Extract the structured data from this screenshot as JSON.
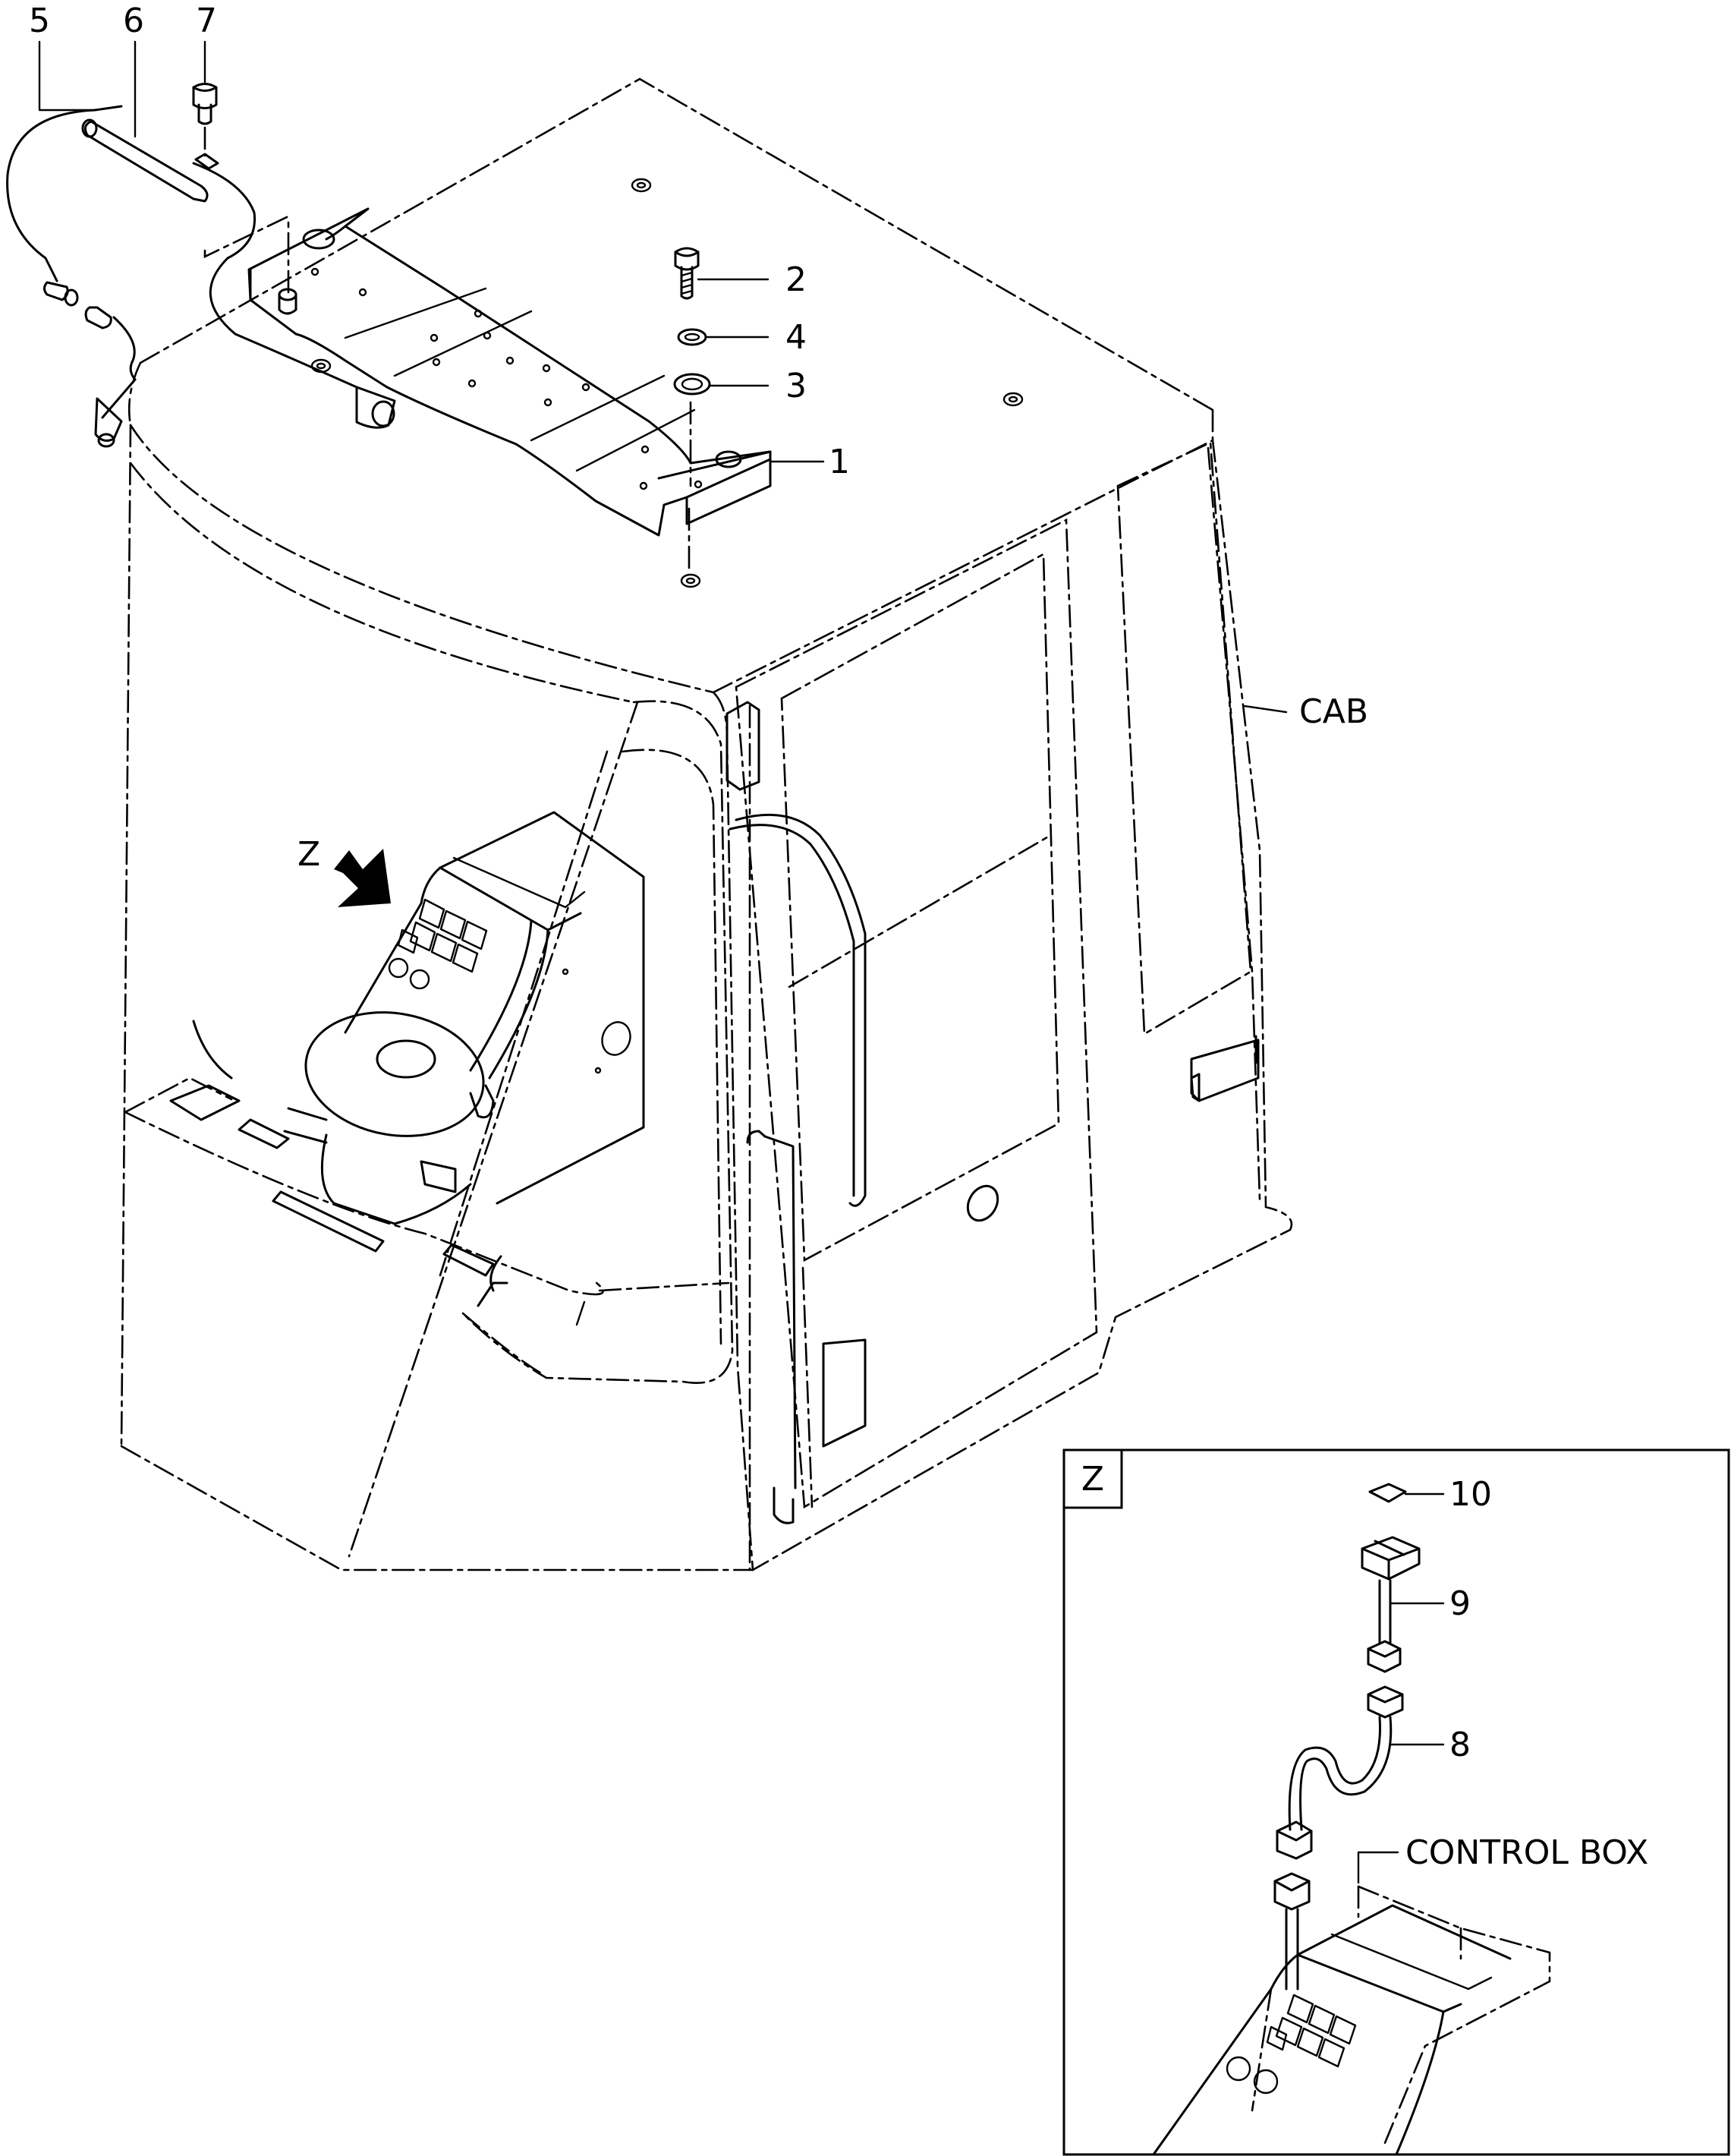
{
  "callouts": {
    "c1": "1",
    "c2": "2",
    "c3": "3",
    "c4": "4",
    "c5": "5",
    "c6": "6",
    "c7": "7",
    "c8": "8",
    "c9": "9",
    "c10": "10",
    "cab": "CAB",
    "view_marker": "Z",
    "control_box": "CONTROL BOX"
  },
  "detail_view": {
    "label": "Z"
  }
}
